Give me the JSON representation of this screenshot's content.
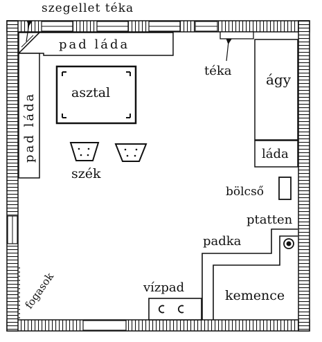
{
  "labels": {
    "corner_shelf": "szegellet téka",
    "bench_chest_top": "pad láda",
    "bench_chest_left": "pad láda",
    "shelf": "téka",
    "bed": "ágy",
    "table": "asztal",
    "chairs": "szék",
    "chest": "láda",
    "cradle": "bölcső",
    "ptatten": "ptatten",
    "bench": "padka",
    "hangers": "fogasok",
    "water_bench": "vízpad",
    "stove": "kemence"
  }
}
